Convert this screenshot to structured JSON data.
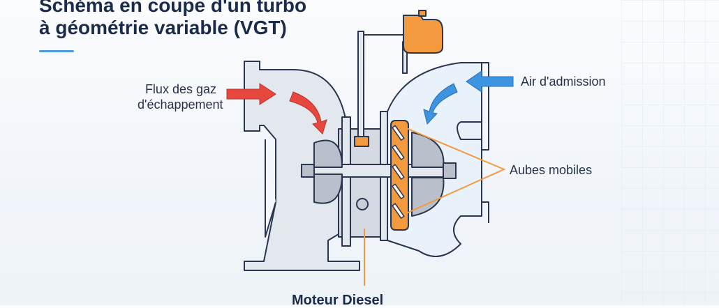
{
  "title": {
    "line1": "Schéma en coupe d'un turbo",
    "line2": "à géométrie variable (VGT)"
  },
  "labels": {
    "exhaust_line1": "Flux des gaz",
    "exhaust_line2": "d'échappement",
    "intake": "Air d'admission",
    "vanes": "Aubes mobiles",
    "engine": "Moteur Diesel"
  },
  "colors": {
    "exhaust_arrow": "#e8473e",
    "intake_arrow": "#3d94e0",
    "vanes": "#f39a3e",
    "accent": "#4a9be0",
    "outline": "#2a3550"
  }
}
